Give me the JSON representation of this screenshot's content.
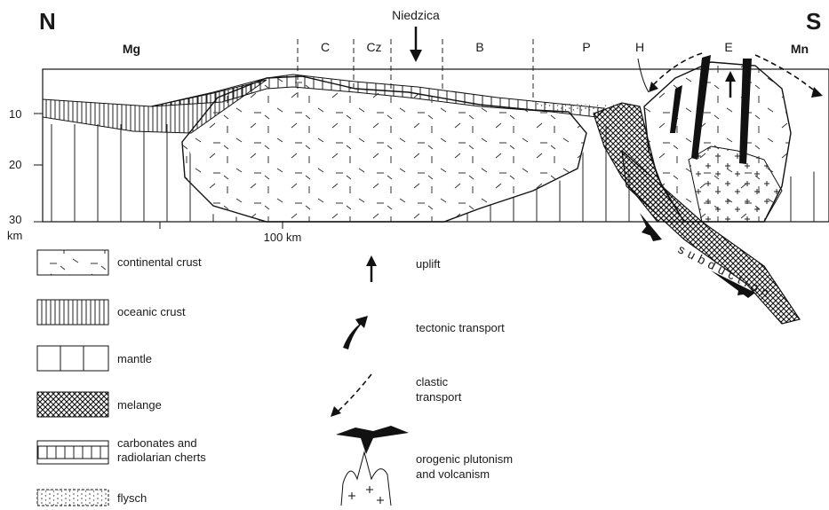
{
  "orientation": {
    "north": "N",
    "south": "S"
  },
  "location_label": "Niedzica",
  "zones": {
    "mg": "Mg",
    "c": "C",
    "cz": "Cz",
    "b": "B",
    "p": "P",
    "h": "H",
    "e": "E",
    "mn": "Mn"
  },
  "depth_axis": {
    "t10": "10",
    "t20": "20",
    "t30": "30",
    "unit": "km"
  },
  "scale_label": "100 km",
  "subduction_label": "subduction",
  "legend_left": {
    "continental_crust": "continental crust",
    "oceanic_crust": "oceanic crust",
    "mantle": "mantle",
    "melange": "melange",
    "carbonates_1": "carbonates and",
    "carbonates_2": "radiolarian cherts",
    "flysch": "flysch"
  },
  "legend_right": {
    "uplift": "uplift",
    "tectonic_transport": "tectonic transport",
    "clastic_1": "clastic",
    "clastic_2": "transport",
    "orogenic_1": "orogenic plutonism",
    "orogenic_2": "and volcanism"
  }
}
